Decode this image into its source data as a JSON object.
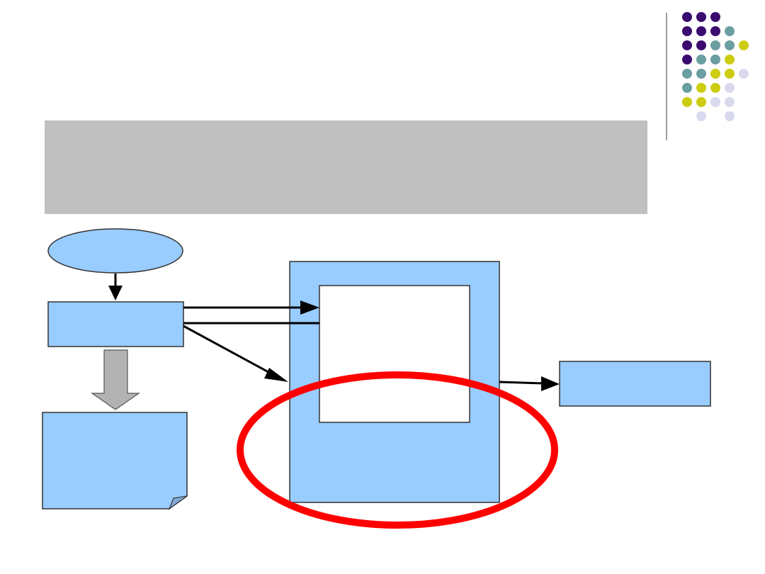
{
  "colors": {
    "background": "#ffffff",
    "banner": "#c0c0c0",
    "box_fill": "#99ccff",
    "box_stroke": "#333333",
    "inner_fill": "#ffffff",
    "arrow": "#000000",
    "block_arrow_fill": "#b2b2b2",
    "block_arrow_stroke": "#555555",
    "highlight_ring": "#ff0000",
    "divider": "#a0a0a0",
    "dot_purple": "#3b0a6e",
    "dot_teal": "#6a9ea0",
    "dot_yellow": "#cccc11",
    "dot_lavender": "#d9d9ee"
  },
  "diagram": {
    "nodes": [
      {
        "id": "start-ellipse",
        "shape": "ellipse",
        "label": ""
      },
      {
        "id": "process-box",
        "shape": "rect",
        "label": ""
      },
      {
        "id": "document-note",
        "shape": "folded-note",
        "label": ""
      },
      {
        "id": "outer-container",
        "shape": "rect",
        "label": ""
      },
      {
        "id": "inner-panel",
        "shape": "rect",
        "label": ""
      },
      {
        "id": "output-box",
        "shape": "rect",
        "label": ""
      }
    ],
    "edges": [
      {
        "from": "start-ellipse",
        "to": "process-box",
        "style": "arrow"
      },
      {
        "from": "process-box",
        "to": "inner-panel",
        "style": "arrow"
      },
      {
        "from": "process-box",
        "to": "inner-panel",
        "style": "line"
      },
      {
        "from": "process-box",
        "to": "outer-container",
        "style": "arrow"
      },
      {
        "from": "process-box",
        "to": "document-note",
        "style": "block-arrow"
      },
      {
        "from": "outer-container",
        "to": "output-box",
        "style": "arrow"
      }
    ],
    "highlight": {
      "target": "outer-container",
      "shape": "ring",
      "color": "#ff0000"
    }
  },
  "decoration": {
    "dot_grid_rows": [
      [
        "purple",
        "purple",
        "purple",
        "",
        ""
      ],
      [
        "purple",
        "purple",
        "purple",
        "teal",
        ""
      ],
      [
        "purple",
        "purple",
        "teal",
        "teal",
        "yellow"
      ],
      [
        "purple",
        "teal",
        "teal",
        "yellow",
        ""
      ],
      [
        "teal",
        "teal",
        "yellow",
        "yellow",
        "lavender"
      ],
      [
        "teal",
        "yellow",
        "yellow",
        "lavender",
        ""
      ],
      [
        "yellow",
        "yellow",
        "lavender",
        "lavender",
        ""
      ],
      [
        "",
        "lavender",
        "",
        "lavender",
        ""
      ]
    ]
  }
}
